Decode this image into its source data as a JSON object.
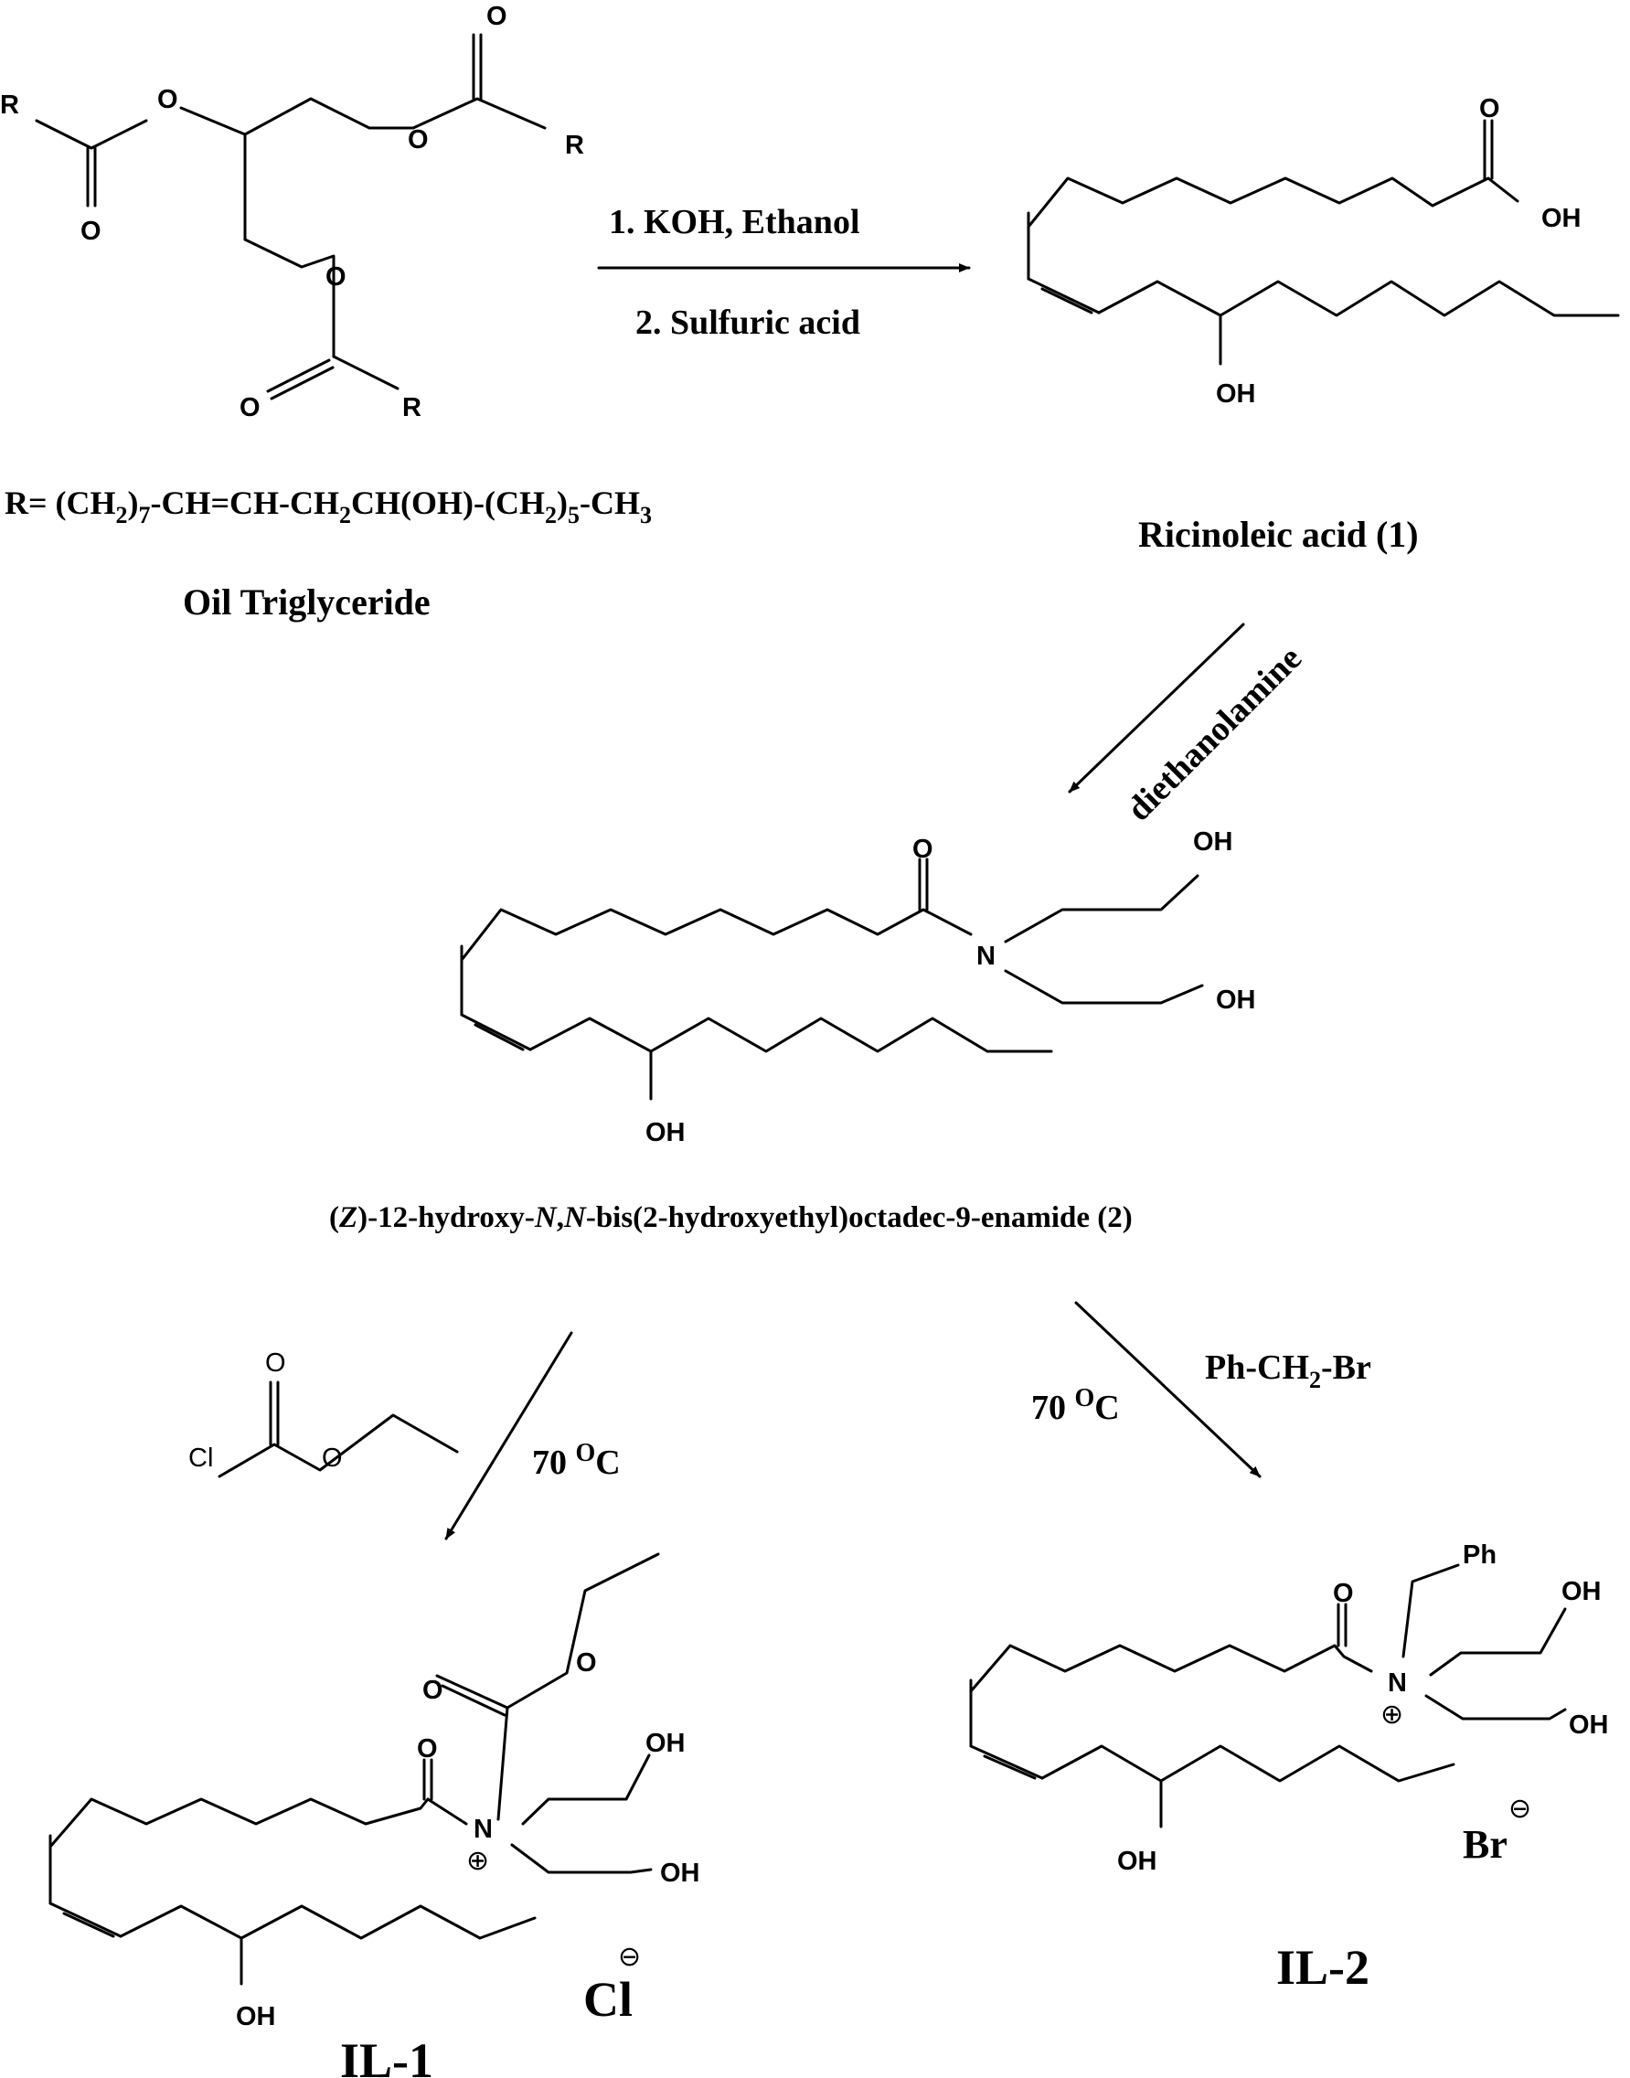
{
  "reactant": {
    "label": "Oil Triglyceride",
    "atom_O": "O",
    "atom_R": "R",
    "r_definition": {
      "prefix": "R= (CH",
      "s1": "2",
      "p1": ")",
      "s2": "7",
      "p2": "-CH=CH-CH",
      "s3": "2",
      "p3": "CH(OH)-(CH",
      "s4": "2",
      "p4": ")",
      "s5": "5",
      "p5": "-CH",
      "s6": "3"
    }
  },
  "step1": {
    "condition1": "1. KOH, Ethanol",
    "condition2": "2. Sulfuric acid"
  },
  "product1": {
    "label": "Ricinoleic acid (1)",
    "atom_OH": "OH",
    "atom_O": "O"
  },
  "step2": {
    "reagent": "diethanolamine"
  },
  "product2": {
    "label": {
      "p1": "(",
      "z": "Z",
      "p2": ")-12-hydroxy-",
      "n1": "N",
      "p3": ",",
      "n2": "N",
      "p4": "-bis(2-hydroxyethyl)octadec-9-enamide (2)"
    },
    "atom_N": "N",
    "atom_OH": "OH",
    "atom_O": "O"
  },
  "step3": {
    "temperature": "70 ",
    "temp_sup": "O",
    "temp_unit": "C",
    "reagent_atom_Cl": "Cl",
    "reagent_atom_O": "O"
  },
  "step4": {
    "temperature": "70 ",
    "temp_sup": "O",
    "temp_unit": "C",
    "reagent_p1": "Ph-CH",
    "reagent_sub": "2",
    "reagent_p2": "-Br"
  },
  "il1": {
    "label": "IL-1",
    "counterion": "Cl",
    "atom_N": "N",
    "atom_O": "O",
    "atom_OH": "OH"
  },
  "il2": {
    "label": "IL-2",
    "counterion": "Br",
    "atom_N": "N",
    "atom_O": "O",
    "atom_OH": "OH",
    "atom_Ph": "Ph"
  },
  "symbols": {
    "plus": "⊕",
    "minus": "⊖"
  }
}
